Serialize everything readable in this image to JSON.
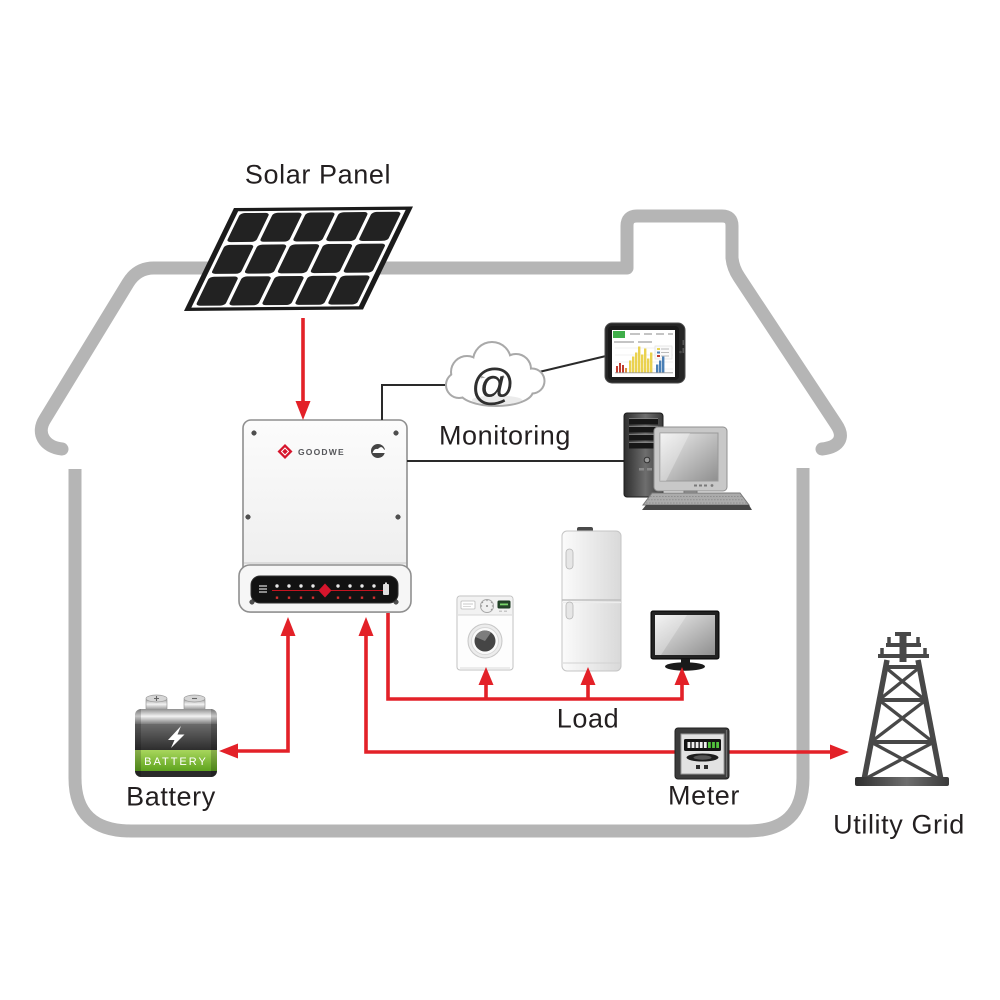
{
  "title": "Solar home energy system diagram",
  "labels": {
    "solar_panel": "Solar Panel",
    "monitoring": "Monitoring",
    "load": "Load",
    "battery": "Battery",
    "meter": "Meter",
    "utility_grid": "Utility Grid"
  },
  "device_texts": {
    "inverter_brand": "GOODWE",
    "battery_label": "BATTERY",
    "cloud_at_symbol": "@"
  },
  "colors": {
    "arrow_red": "#e32128",
    "house_outline_gray": "#b5b5b5",
    "brand_red": "#d6152c",
    "battery_green": "#76b82a",
    "tablet_header_green": "#3fae49",
    "label_text": "#231f20"
  },
  "connections": [
    {
      "from": "Solar Panel",
      "to": "Inverter",
      "style": "red-arrow"
    },
    {
      "from": "Inverter",
      "to": "Battery",
      "style": "red-arrow",
      "arrowheads": "both ends"
    },
    {
      "from": "Inverter",
      "to": "Utility Grid",
      "style": "red-arrow",
      "via": "Meter"
    },
    {
      "from": "Inverter",
      "to": "Load",
      "style": "red-arrow",
      "targets": [
        "washing machine",
        "refrigerator",
        "tv"
      ]
    },
    {
      "from": "Inverter",
      "to": "Monitoring",
      "style": "black-line",
      "devices": [
        "cloud",
        "tablet",
        "desktop computer"
      ]
    }
  ]
}
